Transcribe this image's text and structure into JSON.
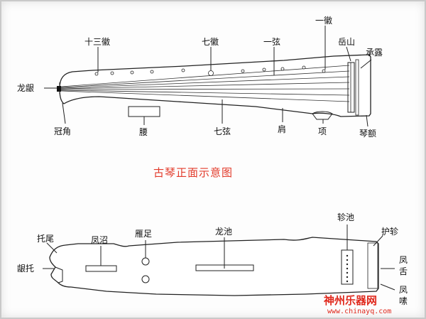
{
  "top_diagram": {
    "caption": "古琴正面示意图",
    "labels": {
      "shisan_hui": "十三徽",
      "qi_hui": "七徽",
      "yi_xian": "一弦",
      "yi_hui": "一徽",
      "yue_shan": "岳山",
      "cheng_lu": "承露",
      "long_yin": "龙龈",
      "guan_jiao": "冠角",
      "yao": "腰",
      "qi_xian": "七弦",
      "jian": "肩",
      "xiang": "项",
      "qin_e": "琴额"
    }
  },
  "bottom_diagram": {
    "labels": {
      "tuo_wei": "托尾",
      "feng_zhao": "凤沼",
      "yan_zu": "雁足",
      "long_chi": "龙池",
      "zhen_chi": "轸池",
      "hu_zhen": "护轸",
      "yin_tuo": "龈托",
      "feng_she_1": "凤",
      "feng_she_2": "舌",
      "feng_yi_1": "凤",
      "feng_yi_2": "嗉"
    }
  },
  "watermark": {
    "title": "神州乐器网",
    "url": "www.chinayq.com"
  },
  "colors": {
    "caption": "#e23a2a",
    "watermark": "#e0281c",
    "line": "#222222"
  }
}
